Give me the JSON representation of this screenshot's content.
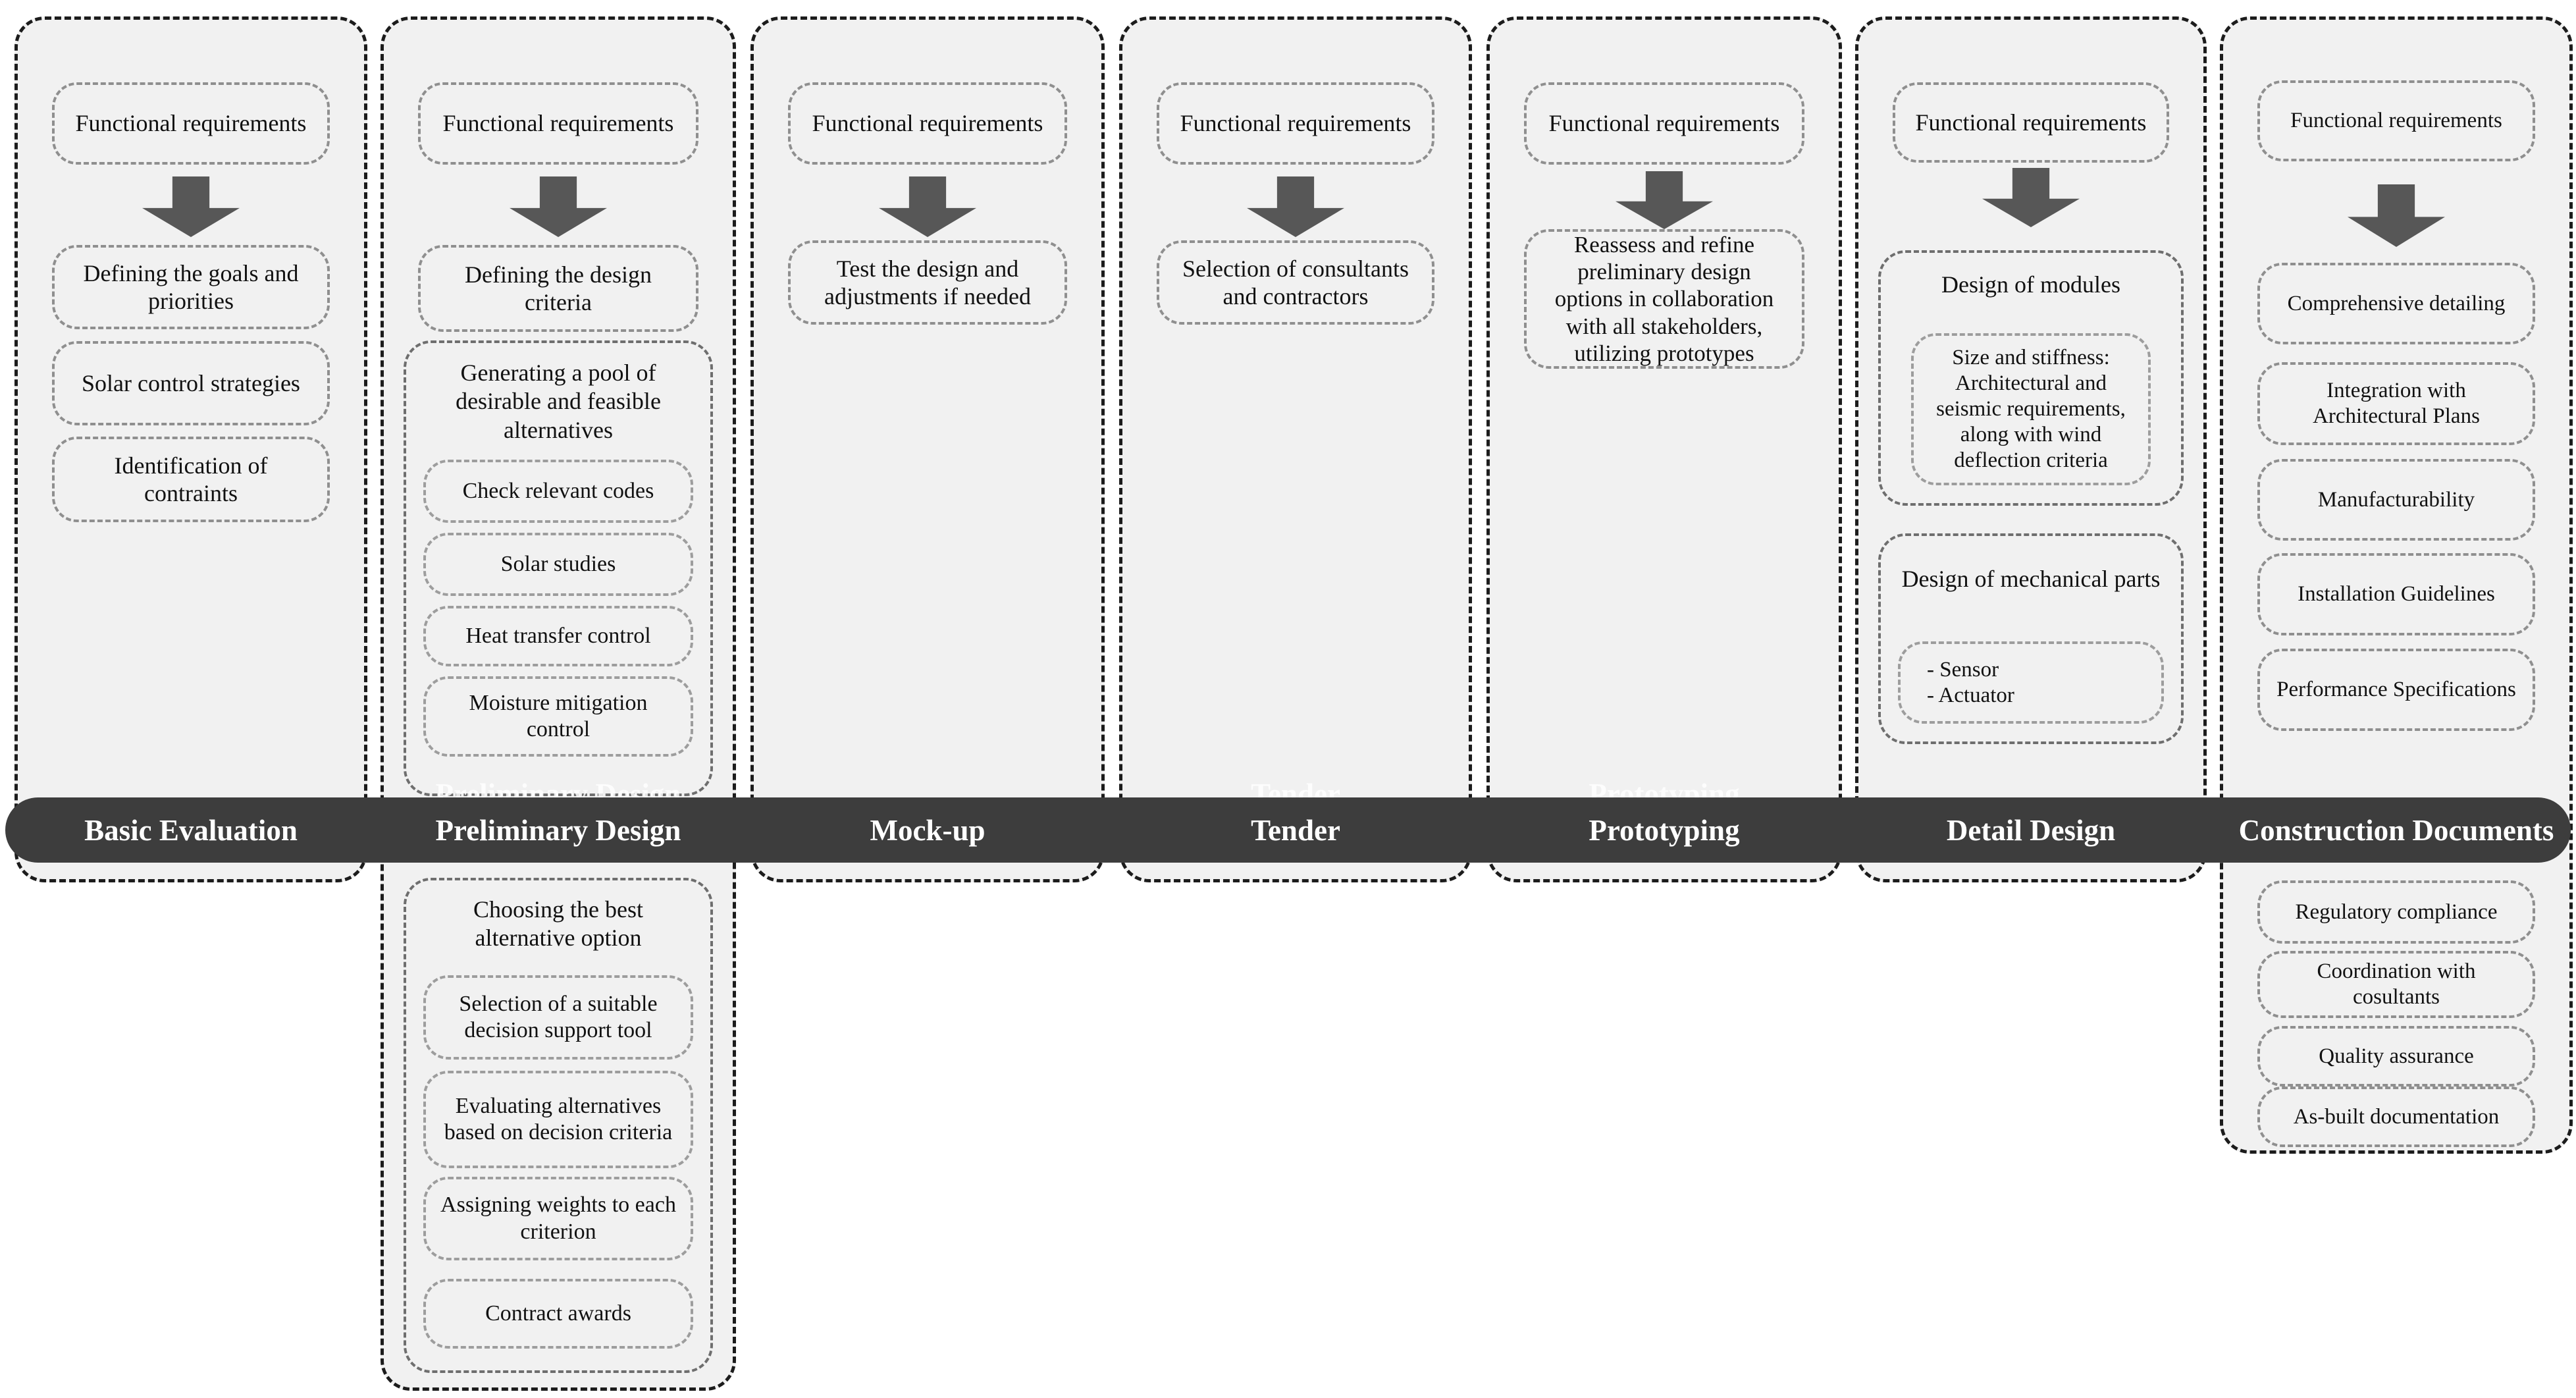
{
  "colors": {
    "page_bg": "#ffffff",
    "column_fill": "#f1f1f1",
    "column_border": "#1c1c1c",
    "box_border": "#8f8f8f",
    "group_border": "#6e6e6e",
    "arrow": "#575757",
    "band": "#3d3d3d",
    "band_text": "#ffffff",
    "text": "#111111"
  },
  "ghost_labels": [
    {
      "col": 1,
      "text": "Preliminary Design"
    },
    {
      "col": 3,
      "text": "Tender"
    },
    {
      "col": 4,
      "text": "Prototyping"
    }
  ],
  "columns": [
    {
      "stage": "Basic Evaluation",
      "items": [
        {
          "text": "Functional requirements"
        },
        {
          "arrow": "down-arrow"
        },
        {
          "text": "Defining the goals and priorities"
        },
        {
          "text": "Solar control strategies"
        },
        {
          "text": "Identification of contraints"
        }
      ]
    },
    {
      "stage": "Preliminary Design",
      "items": [
        {
          "text": "Functional requirements"
        },
        {
          "arrow": "down-arrow"
        },
        {
          "text": "Defining the design criteria"
        },
        {
          "header": "Generating a pool of desirable and feasible alternatives",
          "subs": [
            {
              "text": "Check relevant codes"
            },
            {
              "text": "Solar studies"
            },
            {
              "text": "Heat transfer control"
            },
            {
              "text": "Moisture mitigation control"
            }
          ]
        },
        {
          "header": "Choosing the best alternative option",
          "subs": [
            {
              "text": "Selection of a suitable decision support tool"
            },
            {
              "text": "Evaluating alternatives based on decision criteria"
            },
            {
              "text": "Assigning weights to each criterion"
            },
            {
              "text": "Contract awards"
            }
          ]
        }
      ]
    },
    {
      "stage": "Mock-up",
      "items": [
        {
          "text": "Functional requirements"
        },
        {
          "arrow": "down-arrow"
        },
        {
          "text": "Test the design and adjustments if needed"
        }
      ]
    },
    {
      "stage": "Tender",
      "items": [
        {
          "text": "Functional requirements"
        },
        {
          "arrow": "down-arrow"
        },
        {
          "text": "Selection of consultants and contractors"
        }
      ]
    },
    {
      "stage": "Prototyping",
      "items": [
        {
          "text": "Functional requirements"
        },
        {
          "arrow": "down-arrow"
        },
        {
          "text": "Reassess and refine preliminary design options in collaboration with all stakeholders, utilizing prototypes"
        }
      ]
    },
    {
      "stage": "Detail Design",
      "items": [
        {
          "text": "Functional requirements"
        },
        {
          "arrow": "down-arrow"
        },
        {
          "header": "Design of modules",
          "subs": [
            {
              "text": "Size and stiffness: Architectural and seismic requirements, along with wind deflection criteria"
            }
          ]
        },
        {
          "header": "Design of mechanical parts",
          "subs": [
            {
              "text": "- Sensor\n- Actuator"
            }
          ]
        }
      ]
    },
    {
      "stage": "Construction Documents",
      "items": [
        {
          "text": "Functional requirements"
        },
        {
          "arrow": "down-arrow"
        },
        {
          "text": "Comprehensive detailing"
        },
        {
          "text": "Integration with Architectural Plans"
        },
        {
          "text": "Manufacturability"
        },
        {
          "text": "Installation Guidelines"
        },
        {
          "text": "Performance Specifications"
        },
        {
          "text": "Regulatory compliance"
        },
        {
          "text": "Coordination with cosultants"
        },
        {
          "text": "Quality assurance"
        },
        {
          "text": "As-built documentation"
        }
      ]
    }
  ]
}
